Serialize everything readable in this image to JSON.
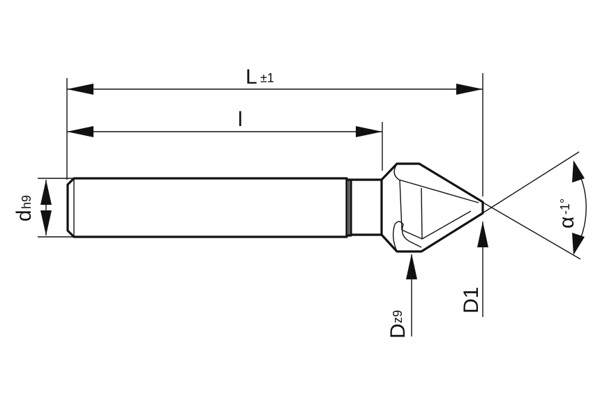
{
  "drawing": {
    "title": "Countersink tool dimension drawing",
    "labels": {
      "overall_length": "L",
      "overall_length_tol": "±1",
      "shank_length": "l",
      "shank_diameter": "d",
      "shank_diameter_tol": "h9",
      "body_diameter": "D",
      "body_diameter_tol": "z9",
      "tip_diameter": "D1",
      "angle": "α",
      "angle_tol": "-1°"
    },
    "colors": {
      "line": "#111111",
      "background": "#ffffff"
    }
  }
}
